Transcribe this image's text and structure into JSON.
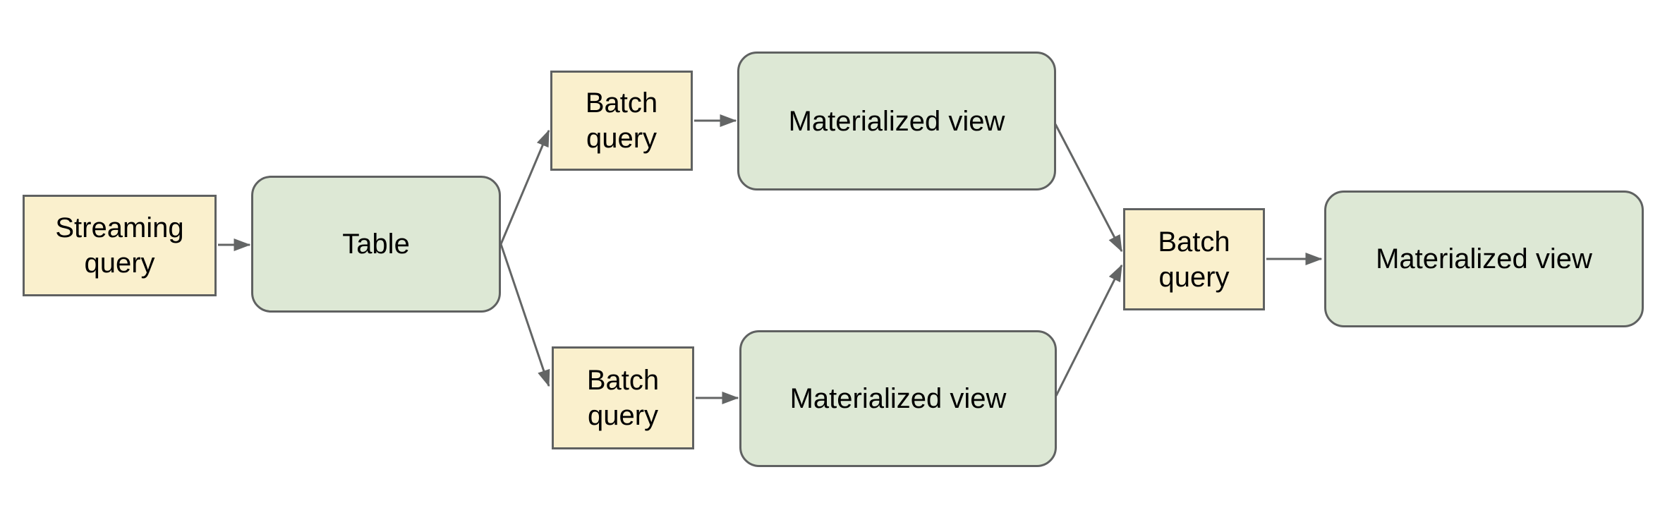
{
  "diagram": {
    "colors": {
      "query_fill": "#faf0cd",
      "query_border": "#5f6161",
      "table_fill": "#dde8d5",
      "table_border": "#5f6161",
      "arrow_color": "#636565",
      "text_color": "#000000",
      "bg_color": "#ffffff"
    },
    "nodes": {
      "streaming_query": {
        "label": "Streaming query"
      },
      "table": {
        "label": "Table"
      },
      "batch_query_top": {
        "label": "Batch query"
      },
      "materialized_view_top": {
        "label": "Materialized view"
      },
      "batch_query_bottom": {
        "label": "Batch query"
      },
      "materialized_view_bottom": {
        "label": "Materialized view"
      },
      "batch_query_right": {
        "label": "Batch query"
      },
      "materialized_view_right": {
        "label": "Materialized view"
      }
    },
    "edges": [
      {
        "from": "streaming_query",
        "to": "table"
      },
      {
        "from": "table",
        "to": "batch_query_top"
      },
      {
        "from": "table",
        "to": "batch_query_bottom"
      },
      {
        "from": "batch_query_top",
        "to": "materialized_view_top"
      },
      {
        "from": "batch_query_bottom",
        "to": "materialized_view_bottom"
      },
      {
        "from": "materialized_view_top",
        "to": "batch_query_right"
      },
      {
        "from": "materialized_view_bottom",
        "to": "batch_query_right"
      },
      {
        "from": "batch_query_right",
        "to": "materialized_view_right"
      }
    ]
  }
}
